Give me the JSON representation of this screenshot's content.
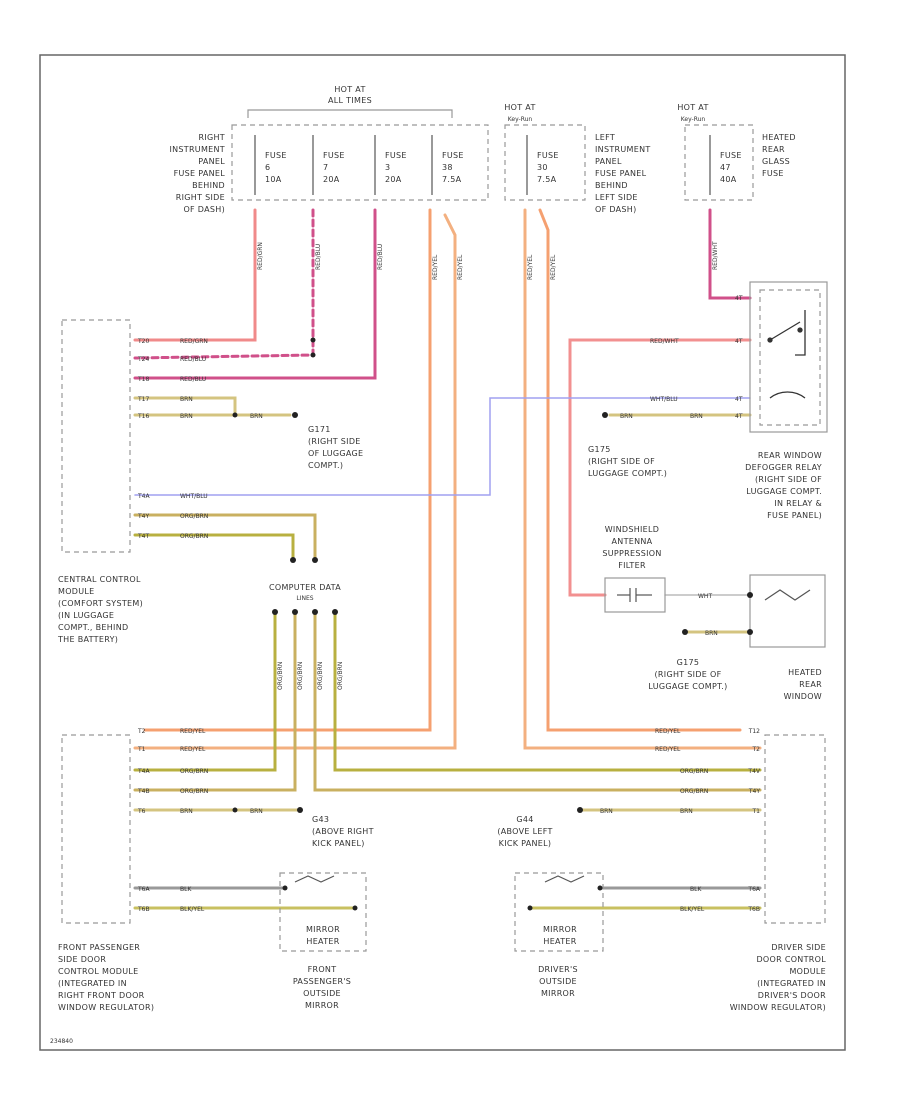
{
  "colors": {
    "red_grn": "#f08a8a",
    "red_blu": "#d0508a",
    "red_wht": "#f29090",
    "red_yel": "#f5a070",
    "red_yel2": "#f3b080",
    "org_brn": "#c9b060",
    "org_brn_y": "#b8b040",
    "brn": "#d4c480",
    "wht_blu": "#a0a0f0",
    "blk": "#999999",
    "blk_yel": "#c8c060",
    "wht": "#bbbbbb"
  },
  "power": {
    "hot_all": [
      "HOT AT",
      "ALL TIMES"
    ],
    "hot_left": [
      "HOT AT",
      "Key-Run"
    ],
    "hot_right": [
      "HOT AT",
      "Key-Run"
    ]
  },
  "fuses": [
    {
      "name": "FUSE",
      "num": "6",
      "amp": "10A"
    },
    {
      "name": "FUSE",
      "num": "7",
      "amp": "20A"
    },
    {
      "name": "FUSE",
      "num": "3",
      "amp": "20A"
    },
    {
      "name": "FUSE",
      "num": "38",
      "amp": "7.5A"
    },
    {
      "name": "FUSE",
      "num": "30",
      "amp": "7.5A"
    },
    {
      "name": "FUSE",
      "num": "47",
      "amp": "40A"
    }
  ],
  "labels": {
    "right_panel": [
      "RIGHT",
      "INSTRUMENT",
      "PANEL",
      "FUSE PANEL",
      "BEHIND",
      "RIGHT SIDE",
      "OF DASH)"
    ],
    "left_panel": [
      "LEFT",
      "INSTRUMENT",
      "PANEL",
      "FUSE PANEL",
      "BEHIND",
      "LEFT SIDE",
      "OF DASH)"
    ],
    "heated_fuse": [
      "HEATED",
      "REAR",
      "GLASS",
      "FUSE"
    ],
    "ccm": [
      "CENTRAL CONTROL",
      "MODULE",
      "(COMFORT SYSTEM)",
      "(IN LUGGAGE",
      "COMPT., BEHIND",
      "THE BATTERY)"
    ],
    "g171": [
      "G171",
      "(RIGHT SIDE",
      "OF LUGGAGE",
      "COMPT.)"
    ],
    "g175": [
      "G175",
      "(RIGHT SIDE OF",
      "LUGGAGE COMPT.)"
    ],
    "relay": [
      "REAR WINDOW",
      "DEFOGGER RELAY",
      "(RIGHT SIDE OF",
      "LUGGAGE COMPT.",
      "IN RELAY &",
      "FUSE PANEL)"
    ],
    "filter": [
      "WINDSHIELD",
      "ANTENNA",
      "SUPPRESSION",
      "FILTER"
    ],
    "g175b": [
      "G175",
      "(RIGHT SIDE OF",
      "LUGGAGE COMPT.)"
    ],
    "heated_window": [
      "HEATED",
      "REAR",
      "WINDOW"
    ],
    "computer_data": [
      "COMPUTER DATA",
      "LINES"
    ],
    "g43": [
      "G43",
      "(ABOVE RIGHT",
      "KICK PANEL)"
    ],
    "g44": [
      "G44",
      "(ABOVE LEFT",
      "KICK PANEL)"
    ],
    "front_pass": [
      "FRONT PASSENGER",
      "SIDE DOOR",
      "CONTROL MODULE",
      "(INTEGRATED IN",
      "RIGHT FRONT DOOR",
      "WINDOW REGULATOR)"
    ],
    "front_mirror": [
      "FRONT",
      "PASSENGER'S",
      "OUTSIDE",
      "MIRROR"
    ],
    "driver_mirror": [
      "DRIVER'S",
      "OUTSIDE",
      "MIRROR"
    ],
    "driver_door": [
      "DRIVER SIDE",
      "DOOR CONTROL",
      "MODULE",
      "(INTEGRATED IN",
      "DRIVER'S DOOR",
      "WINDOW REGULATOR)"
    ],
    "mirror_heater": [
      "MIRROR",
      "HEATER"
    ],
    "wht": "WHT",
    "brn": "BRN",
    "doc_id": "234840"
  },
  "wires": {
    "red_grn": "RED/GRN",
    "red_blu": "RED/BLU",
    "red_wht": "RED/WHT",
    "red_yel": "RED/YEL",
    "org_brn": "ORG/BRN",
    "brn": "BRN",
    "wht_blu": "WHT/BLU",
    "blk": "BLK",
    "blk_yel": "BLK/YEL"
  },
  "pins": {
    "ccm": [
      "T20",
      "T24",
      "T18",
      "T17",
      "T16",
      "T4A",
      "T4Y",
      "T4T"
    ],
    "fp": [
      "T2",
      "T1",
      "T4A",
      "T4B",
      "T6",
      "T6A",
      "T6B"
    ],
    "dd": [
      "T12",
      "T2",
      "T4V",
      "T4Y",
      "T1",
      "T6A",
      "T6B"
    ],
    "relay": [
      "4T",
      "4T",
      "4T",
      "4T"
    ]
  }
}
